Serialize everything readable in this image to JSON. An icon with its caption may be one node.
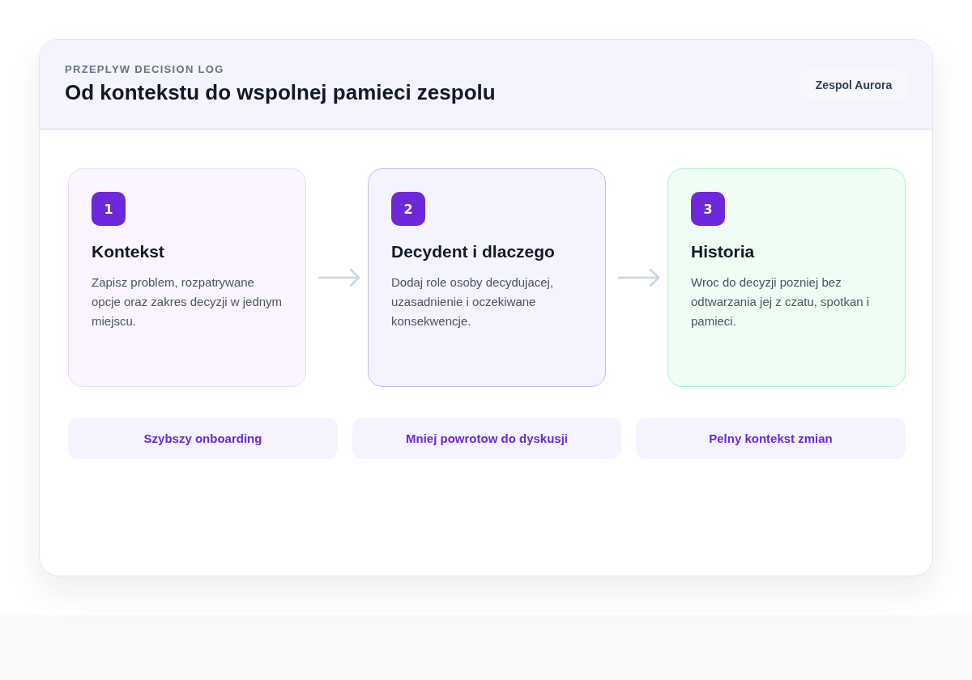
{
  "diagram": {
    "title": "Od kontekstu do wspolnej pamieci zespolu",
    "labels": [
      "PRZEPLYW DECISION LOG"
    ],
    "nodes": [
      {
        "text": [
          "Zespol Aurora"
        ]
      },
      {
        "text": [
          "Kontekst",
          "Zapisz problem, rozpatrywane opcje oraz zakres decyzji w jednym miejscu."
        ]
      },
      {
        "text": [
          "1"
        ],
        "in": 1
      },
      {
        "text": [
          "Decydent i dlaczego",
          "Dodaj role osoby decydujacej, uzasadnienie i oczekiwane konsekwencje."
        ]
      },
      {
        "text": [
          "2"
        ],
        "in": 3
      },
      {
        "text": [
          "Historia",
          "Wroc do decyzji pozniej bez odtwarzania jej z czatu, spotkan i pamieci."
        ]
      },
      {
        "text": [
          "3"
        ],
        "in": 5
      },
      {
        "text": [
          "Szybszy onboarding"
        ]
      },
      {
        "text": [
          "Mniej powrotow do dyskusji"
        ]
      },
      {
        "text": [
          "Pelny kontekst zmian"
        ]
      }
    ],
    "edges": [
      {
        "from": 1,
        "to": 3,
        "arrow": "to"
      },
      {
        "from": 3,
        "to": 5,
        "arrow": "to"
      }
    ]
  }
}
